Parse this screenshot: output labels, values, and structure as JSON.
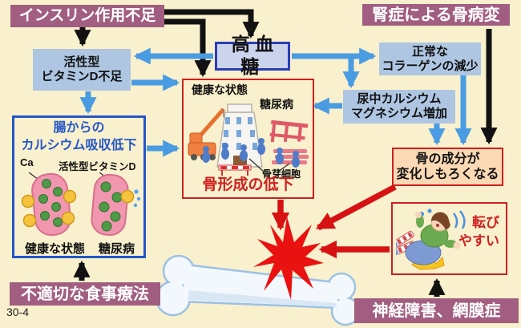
{
  "footer_label": "30-4",
  "colors": {
    "background": "#f9f0cd",
    "purple_box": "#a15e80",
    "light_blue_box": "#aec6e2",
    "hyperglycemia_border": "#2b3cb8",
    "intestine_border": "#2456c8",
    "red_border": "#cf1f1f",
    "component_fill": "#fcd9b5",
    "arrow_blue": "#4a9ce2",
    "arrow_black": "#111111",
    "arrow_red": "#d61212",
    "starburst_red": "#ea1111",
    "bone_fill": "#f3f8fd",
    "bone_outline": "#9cc1e5"
  },
  "nodes": {
    "insulin": {
      "label": "インスリン作用不足"
    },
    "nephropathy": {
      "label": "腎症による骨病変"
    },
    "vitamin_deficiency": {
      "line1": "活性型",
      "line2": "ビタミンD不足"
    },
    "hyperglycemia": {
      "label": "高血糖"
    },
    "collagen_decrease": {
      "line1": "正常な",
      "line2": "コラーゲンの減少"
    },
    "urinary_increase": {
      "line1": "尿中カルシウム",
      "line2": "マグネシウム増加"
    },
    "intestine_absorption": {
      "title1": "腸からの",
      "title2": "カルシウム吸収低下",
      "ca_label": "Ca",
      "vitamin_d_label": "活性型ビタミンD",
      "healthy_label": "健康な状態",
      "diabetes_label": "糖尿病"
    },
    "bone_formation": {
      "healthy_label": "健康な状態",
      "diabetes_label": "糖尿病",
      "osteoblast_label": "骨芽細胞",
      "caption": "骨形成の低下"
    },
    "bone_component": {
      "line1": "骨の成分が",
      "line2": "変化しもろくなる"
    },
    "fall_risk": {
      "line1": "転び",
      "line2": "やすい"
    },
    "diet": {
      "label": "不適切な食事療法"
    },
    "neuropathy": {
      "label": "神経障害、網膜症"
    }
  }
}
